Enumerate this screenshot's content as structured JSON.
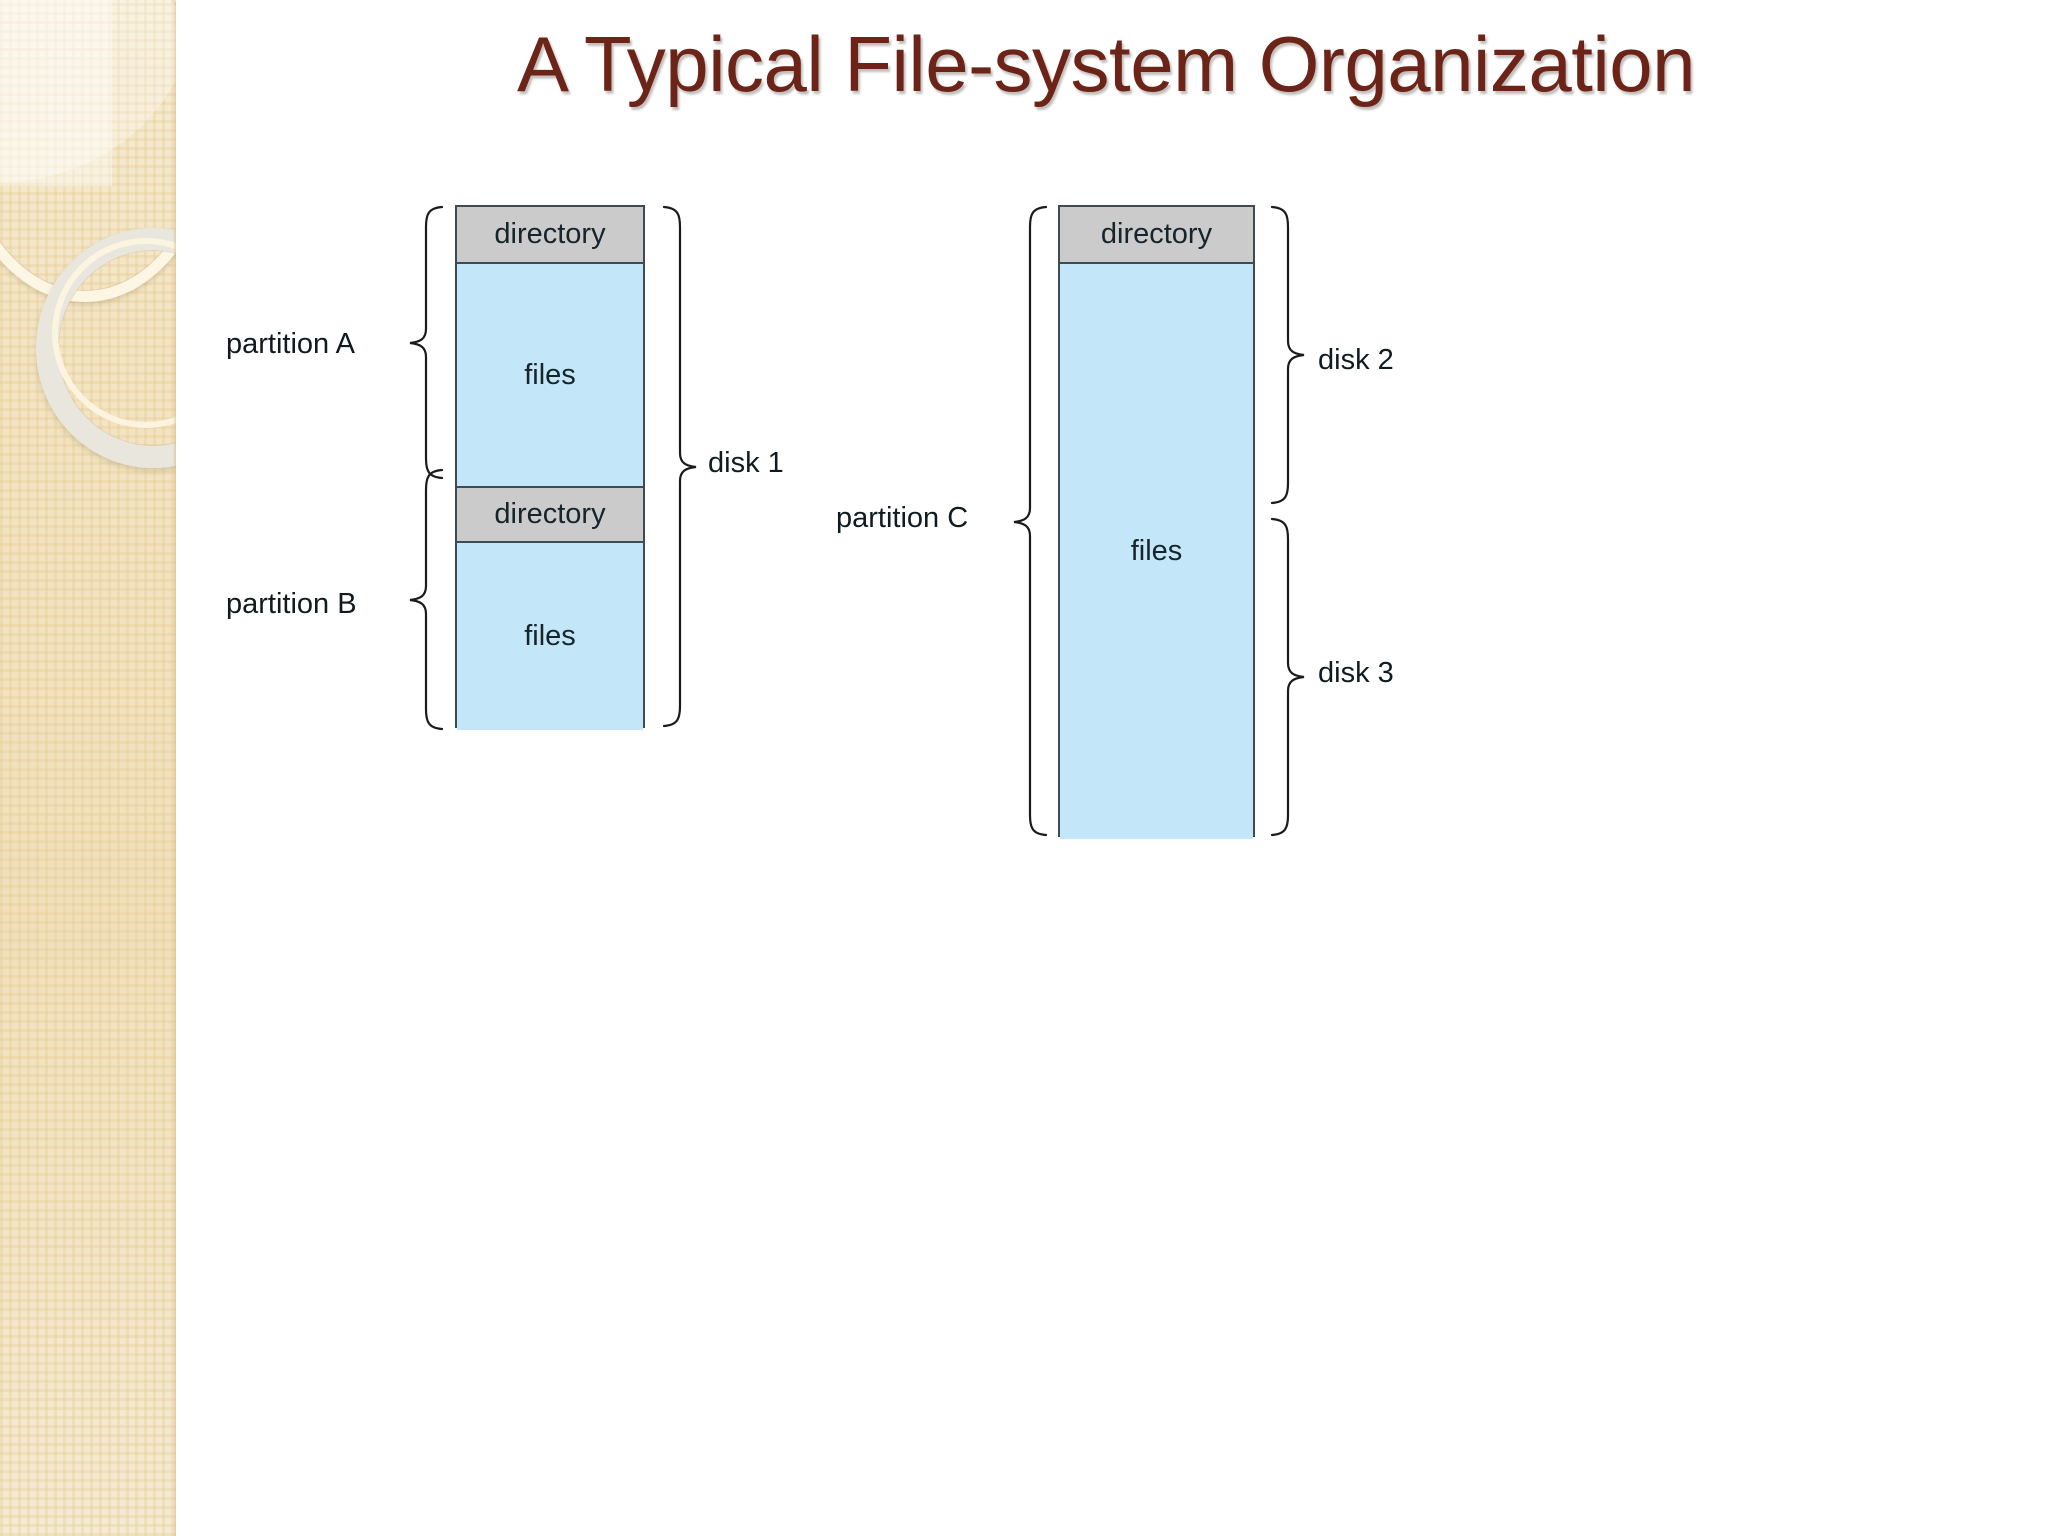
{
  "slide": {
    "title": "A Typical File-system Organization",
    "title_color": "#6b2417",
    "background_color": "#ffffff",
    "sidebar_color": "#f2e2bf"
  },
  "diagram": {
    "type": "file-system-organization",
    "colors": {
      "directory_fill": "#cbcbcb",
      "files_fill": "#c3e7f9",
      "outline": "#3d4b52",
      "text": "#101b20"
    },
    "disk1": {
      "segments": [
        {
          "label": "directory",
          "kind": "directory"
        },
        {
          "label": "files",
          "kind": "files"
        },
        {
          "label": "directory",
          "kind": "directory"
        },
        {
          "label": "files",
          "kind": "files"
        }
      ],
      "left_braces": [
        {
          "label": "partition A"
        },
        {
          "label": "partition B"
        }
      ],
      "right_braces": [
        {
          "label": "disk 1"
        }
      ]
    },
    "disk23": {
      "segments": [
        {
          "label": "directory",
          "kind": "directory"
        },
        {
          "label": "files",
          "kind": "files"
        }
      ],
      "left_braces": [
        {
          "label": "partition C"
        }
      ],
      "right_braces": [
        {
          "label": "disk 2"
        },
        {
          "label": "disk 3"
        }
      ]
    }
  }
}
